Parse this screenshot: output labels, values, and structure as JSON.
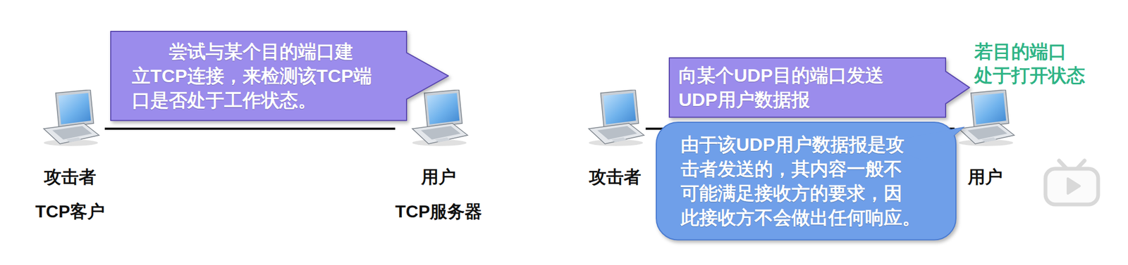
{
  "diagram": {
    "nodes": [
      {
        "text": [
          "攻击者",
          "TCP客户"
        ]
      },
      {
        "text": [
          "尝试与某个目的端口建 立TCP连接，来检测该TCP端 口是否处于工作状态。"
        ]
      },
      {
        "text": [
          "用户",
          "TCP服务器"
        ]
      },
      {
        "text": [
          "攻击者"
        ]
      },
      {
        "text": [
          "向某个UDP目的端口发送 UDP用户数据报"
        ]
      },
      {
        "text": [
          "用户"
        ]
      },
      {
        "text": [
          "由于该UDP用户数据报是攻 击者发送的，其内容一般不 可能满足接收方的要求，因 此接收方不会做出任何响应。"
        ]
      }
    ],
    "edges": [
      {
        "from": 0,
        "to": 2,
        "arrow": "none"
      },
      {
        "from": 3,
        "to": 5,
        "arrow": "none"
      }
    ],
    "labels": [
      "若目的端口 处于打开状态"
    ]
  }
}
